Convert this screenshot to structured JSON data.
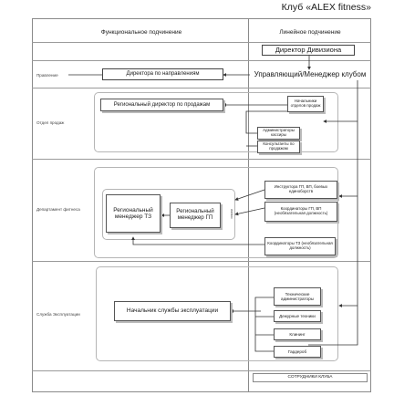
{
  "title": "Клуб «ALEX fitness»",
  "columns": {
    "functional": "Функциональное подчинение",
    "linear": "Линейное подчинение"
  },
  "rows": {
    "management": "Правление",
    "sales": "Отдел продаж",
    "fitness": "Департамент фитнеса",
    "maintenance": "Служба Эксплуатации"
  },
  "nodes": {
    "division_director": "Директор Дивизиона",
    "area_directors": "Директора по направлениям",
    "club_manager": "Управляющий/Менеджер клубом",
    "regional_sales_director": "Региональный директор по продажам",
    "sales_dept_heads": "Начальники отделов продаж",
    "cashier_admins": "Администраторы кассиры",
    "sales_consultants": "Консультанты по продажам",
    "regional_manager_tz": "Региональный менеджер ТЗ",
    "regional_manager_gp": "Региональный менеджер ГП",
    "gp_instructors": "Инструктора ГП, ВП, боевых единоборств",
    "gp_coordinators": "Координаторы ГП, ВП (необязательная должность)",
    "tz_coordinators": "Координаторы ТЗ (необязательная должность)",
    "maintenance_head": "Начальник службы эксплуатации",
    "tech_admins": "Технические администраторы",
    "duty_technicians": "Дежурные техники",
    "cleaning": "Клининг",
    "wardrobe": "Гардероб",
    "club_staff": "СОТРУДНИКИ КЛУБА"
  },
  "side_label": "линия"
}
